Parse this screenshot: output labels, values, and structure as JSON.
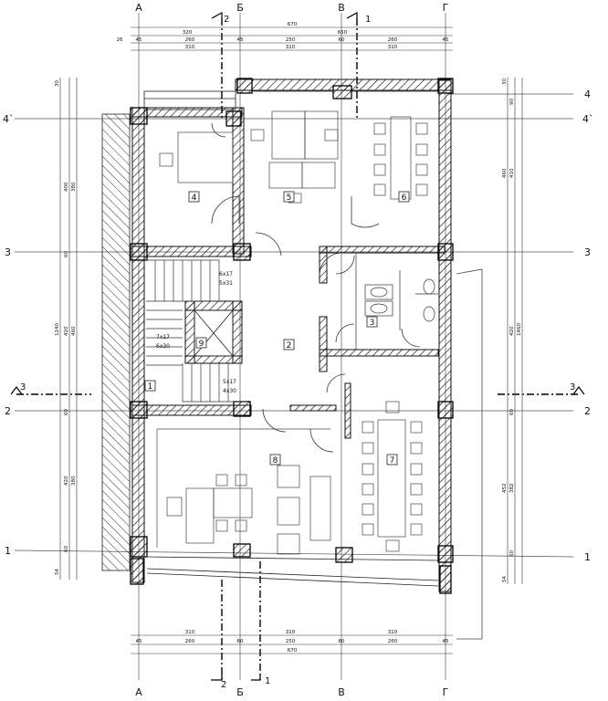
{
  "grid": {
    "cols": [
      "А",
      "Б",
      "В",
      "Г"
    ],
    "rows": [
      "1",
      "2",
      "3",
      "4`",
      "4"
    ]
  },
  "sections": {
    "s1": "1",
    "s2": "2",
    "s3": "3"
  },
  "top_dims": {
    "overall": "670",
    "partA": "320",
    "partB": "650",
    "row3": [
      "26",
      "45",
      "260",
      "45",
      "250",
      "60",
      "260",
      "45"
    ],
    "row4": [
      "310",
      "310",
      "310"
    ]
  },
  "bottom_dims": {
    "row1": [
      "310",
      "310",
      "310"
    ],
    "row2": [
      "45",
      "260",
      "60",
      "250",
      "60",
      "260",
      "45"
    ],
    "overall": "670"
  },
  "left_dims": [
    "30",
    "400",
    "380",
    "60",
    "1240",
    "420",
    "460",
    "60",
    "420",
    "380",
    "60",
    "54"
  ],
  "right_dims": [
    "30",
    "90",
    "460",
    "410",
    "1460",
    "420",
    "60",
    "452",
    "382",
    "60",
    "54"
  ],
  "rooms": [
    "1",
    "2",
    "3",
    "4",
    "5",
    "6",
    "7",
    "8",
    "9"
  ],
  "stair_labels": {
    "a1": "6x17",
    "a2": "5x31",
    "b1": "7x17",
    "b2": "6x30",
    "c1": "5x17",
    "c2": "4x30"
  }
}
